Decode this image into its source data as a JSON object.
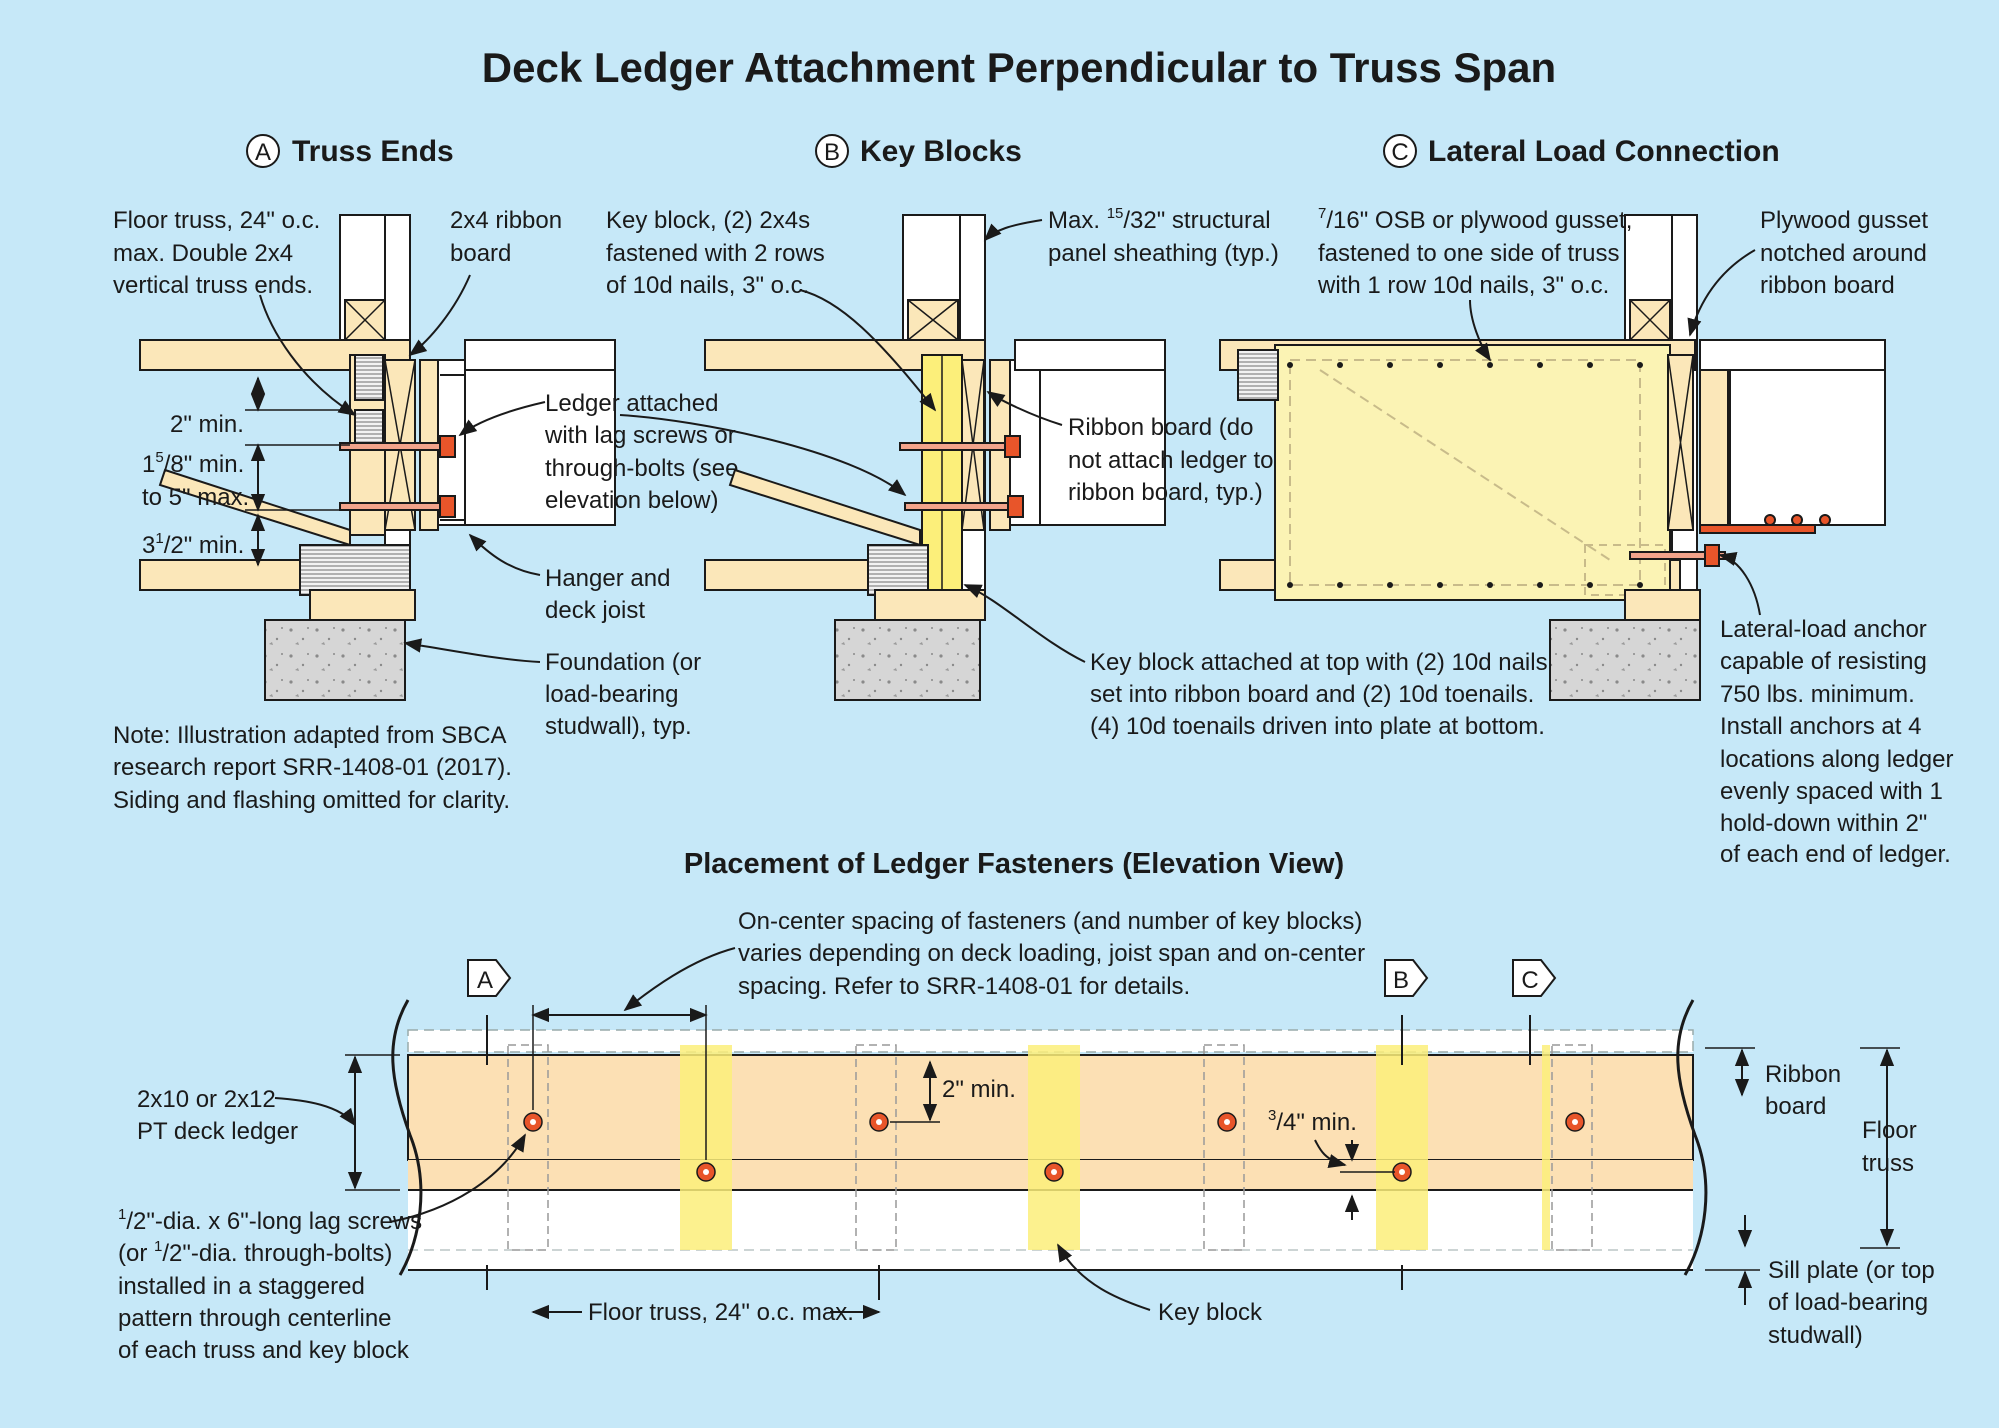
{
  "title": "Deck Ledger Attachment Perpendicular to Truss Span",
  "panels": {
    "a": {
      "letter": "A",
      "title": "Truss Ends"
    },
    "b": {
      "letter": "B",
      "title": "Key Blocks"
    },
    "c": {
      "letter": "C",
      "title": "Lateral Load Connection"
    }
  },
  "callouts_a": {
    "floor_truss": [
      "Floor truss, 24\" o.c.",
      "max. Double 2x4",
      "vertical truss ends."
    ],
    "ribbon": [
      "2x4 ribbon",
      "board"
    ],
    "dim_2min": "2\" min.",
    "dim_158_pre": "1",
    "dim_158_sup": "5",
    "dim_158_post": "/8\" min.",
    "dim_5max": "to 5\" max.",
    "dim_312_pre": "3",
    "dim_312_sup": "1",
    "dim_312_post": "/2\" min.",
    "ledger": [
      "Ledger attached",
      "with lag screws or",
      "through-bolts (see",
      "elevation below)"
    ],
    "hanger": [
      "Hanger and",
      "deck joist"
    ],
    "foundation": [
      "Foundation (or",
      "load-bearing",
      "studwall), typ."
    ],
    "note": [
      "Note: Illustration adapted from SBCA",
      "research report SRR-1408-01 (2017).",
      "Siding and flashing omitted for clarity."
    ]
  },
  "callouts_b": {
    "key_block": [
      "Key block, (2) 2x4s",
      "fastened with 2 rows",
      "of 10d nails, 3\" o.c."
    ],
    "sheathing_pre": "Max. ",
    "sheathing_sup": "15",
    "sheathing_post": "/32\" structural",
    "sheathing2": "panel sheathing (typ.)",
    "ribbon": [
      "Ribbon board (do",
      "not attach ledger to",
      "ribbon board, typ.)"
    ],
    "key_attached": [
      "Key block attached at top with (2) 10d nails",
      "set into ribbon board and (2) 10d toenails.",
      "(4) 10d toenails driven into plate at bottom."
    ]
  },
  "callouts_c": {
    "osb_sup": "7",
    "osb_post": "/16\" OSB or plywood gusset,",
    "osb2": "fastened to one side of truss",
    "osb3": "with 1 row 10d nails, 3\" o.c.",
    "gusset": [
      "Plywood gusset",
      "notched around",
      "ribbon board"
    ],
    "anchor": [
      "Lateral-load anchor",
      "capable of resisting",
      "750 lbs. minimum.",
      "Install anchors at 4",
      "locations along ledger",
      "evenly spaced with 1",
      "hold-down within 2\"",
      "of each end of ledger."
    ]
  },
  "elevation": {
    "title": "Placement of Ledger Fasteners (Elevation View)",
    "spacing_note": [
      "On-center spacing of fasteners (and number of key blocks)",
      "varies depending on deck loading, joist span and on-center",
      "spacing. Refer to SRR-1408-01 for details."
    ],
    "ledger_label": [
      "2x10 or 2x12",
      "PT deck ledger"
    ],
    "lag_line1_sup": "1",
    "lag_line1_post": "/2\"-dia. x 6\"-long lag screws",
    "lag_line2_pre": "(or ",
    "lag_line2_sup": "1",
    "lag_line2_post": "/2\"-dia. through-bolts)",
    "lag_rest": [
      "installed in a staggered",
      "pattern through centerline",
      "of each truss and key block"
    ],
    "dim_2min": "2\" min.",
    "dim_34_sup": "3",
    "dim_34_post": "/4\" min.",
    "floor_truss_dim": "Floor truss, 24\" o.c. max.",
    "key_block": "Key block",
    "ribbon_board": [
      "Ribbon",
      "board"
    ],
    "floor_truss": [
      "Floor",
      "truss"
    ],
    "sill": [
      "Sill plate (or top",
      "of load-bearing",
      "studwall)"
    ],
    "markers": [
      "A",
      "B",
      "C"
    ]
  },
  "colors": {
    "background": "#c6e8f8",
    "wood": "#fbe7b9",
    "ledger": "#fce0b4",
    "key_block": "#fcef7a",
    "gusset": "#fbf3b4",
    "concrete": "#d9d9d9",
    "bolt": "#e8552a"
  }
}
